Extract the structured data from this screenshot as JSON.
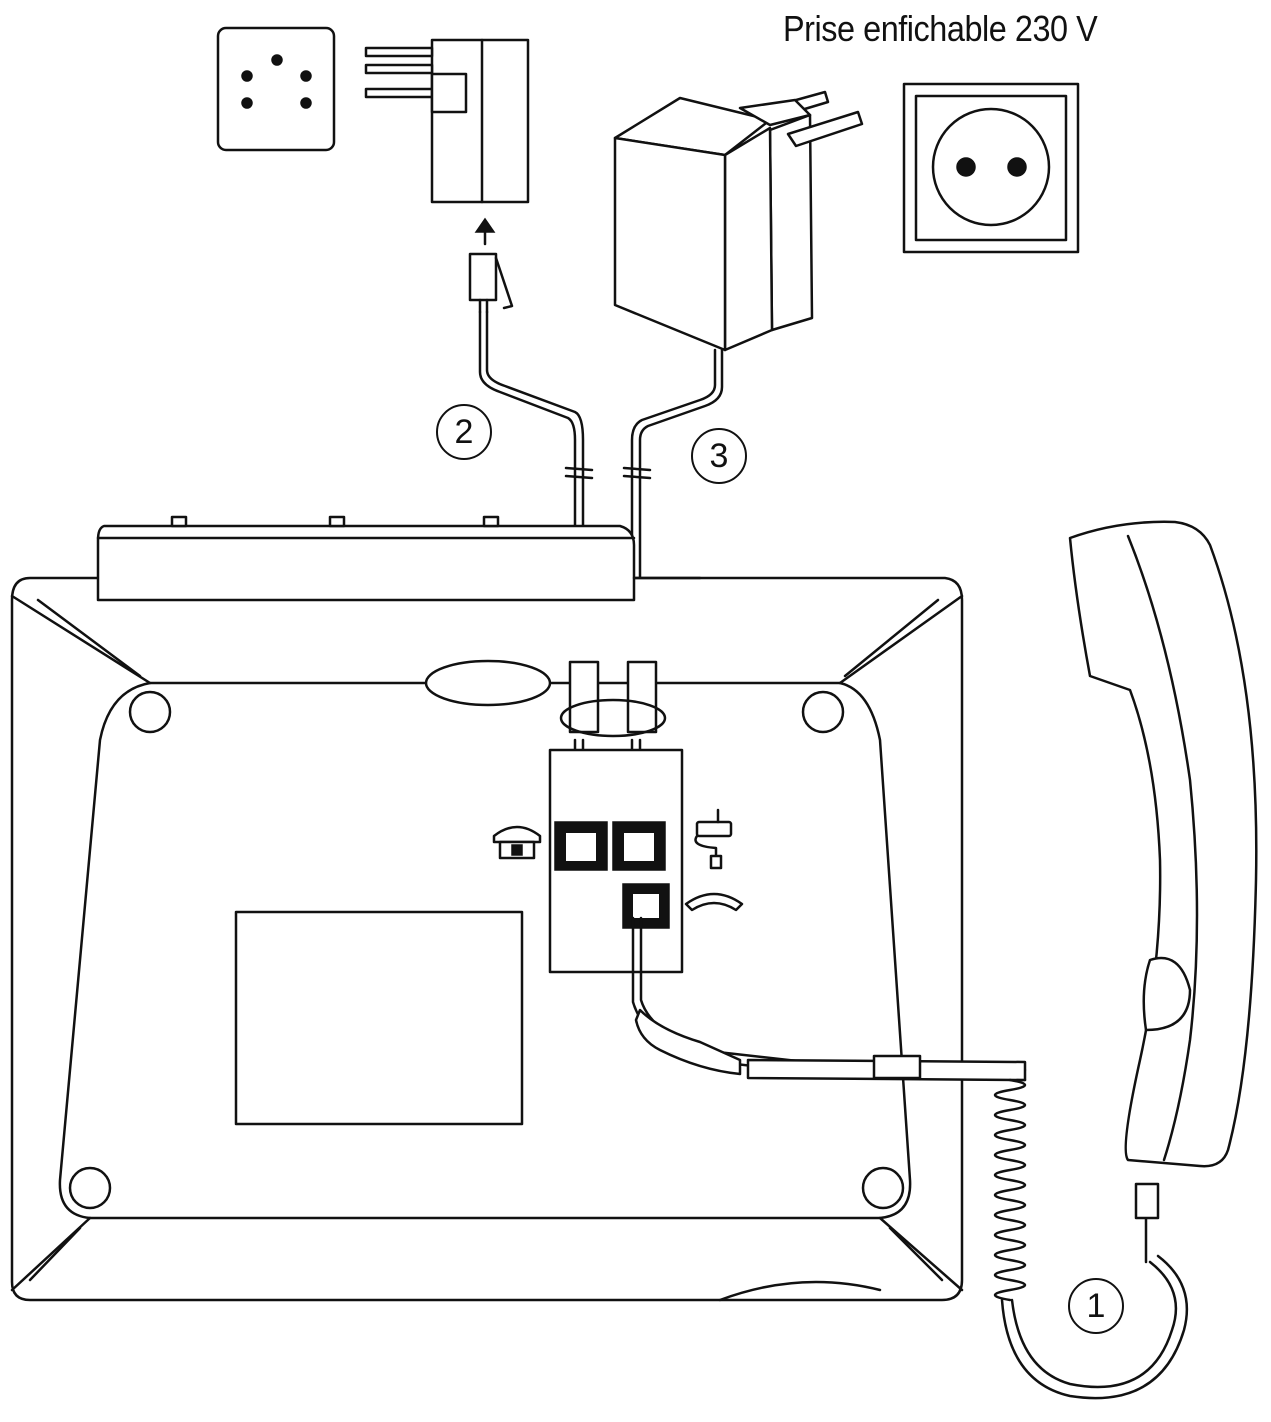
{
  "labels": {
    "power_socket": "Prise enfichable 230 V"
  },
  "callouts": {
    "handset_cord": "1",
    "phone_line_cord": "2",
    "power_cord": "3"
  },
  "icons": [
    "telephone-wall-socket-icon",
    "tae-plug-adapter-icon",
    "power-adapter-icon",
    "power-outlet-icon",
    "telephone-jack-symbol-icon",
    "power-jack-symbol-icon",
    "handset-jack-symbol-icon"
  ]
}
